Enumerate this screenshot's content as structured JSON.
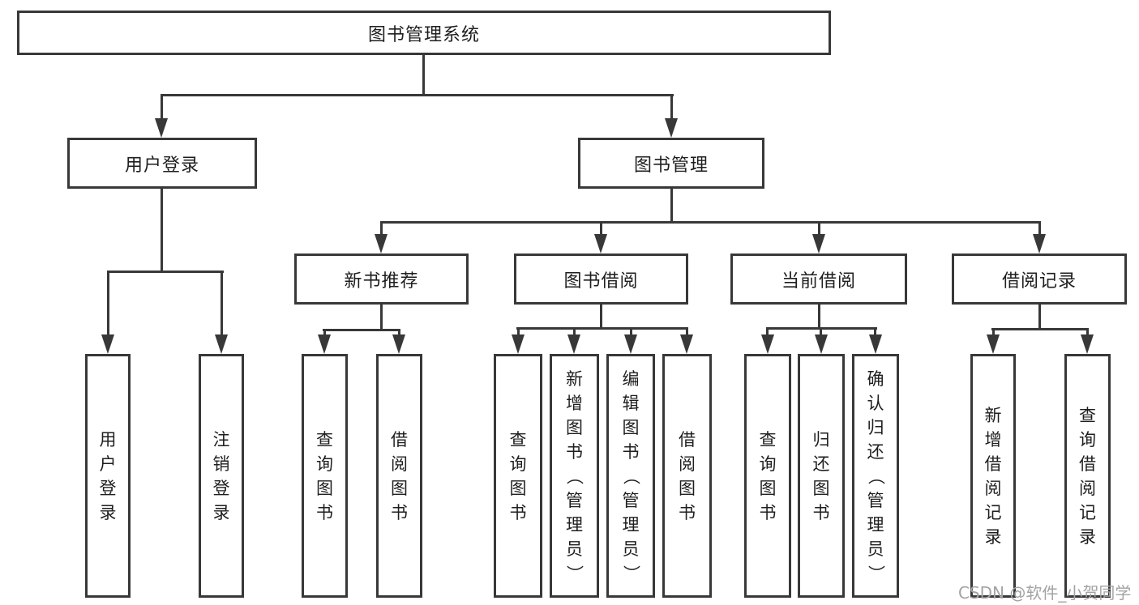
{
  "colors": {
    "line": "#383838",
    "text": "#1e1e1e",
    "background": "#ffffff",
    "watermark": "#a3a3a3"
  },
  "watermark": "CSDN @软件_小贺同学",
  "tree": {
    "label": "图书管理系统",
    "children": [
      {
        "label": "用户登录",
        "children": [
          {
            "label": "用户登录"
          },
          {
            "label": "注销登录"
          }
        ]
      },
      {
        "label": "图书管理",
        "children": [
          {
            "label": "新书推荐",
            "children": [
              {
                "label": "查询图书"
              },
              {
                "label": "借阅图书"
              }
            ]
          },
          {
            "label": "图书借阅",
            "children": [
              {
                "label": "查询图书"
              },
              {
                "label": "新增图书（管理员）"
              },
              {
                "label": "编辑图书（管理员）"
              },
              {
                "label": "借阅图书"
              }
            ]
          },
          {
            "label": "当前借阅",
            "children": [
              {
                "label": "查询图书"
              },
              {
                "label": "归还图书"
              },
              {
                "label": "确认归还（管理员）"
              }
            ]
          },
          {
            "label": "借阅记录",
            "children": [
              {
                "label": "新增借阅记录"
              },
              {
                "label": "查询借阅记录"
              }
            ]
          }
        ]
      }
    ]
  }
}
